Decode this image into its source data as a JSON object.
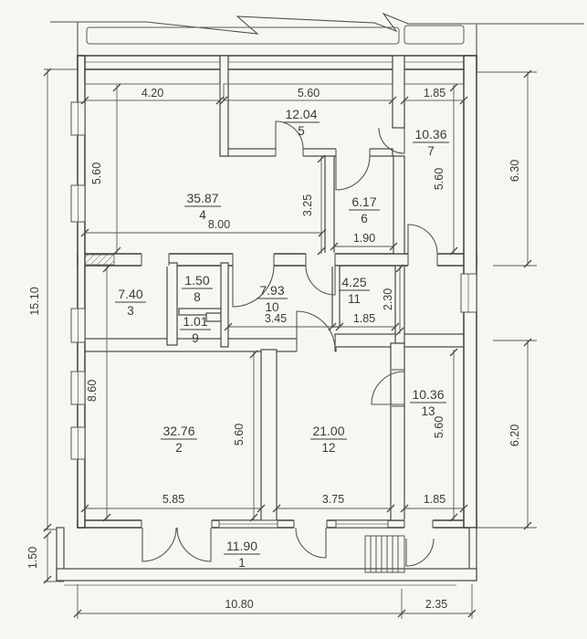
{
  "drawing": {
    "kind": "scanned floor plan",
    "colors": {
      "paper": "#f7f6f2",
      "ink": "#474747"
    }
  },
  "rooms": {
    "r1": {
      "area": "11.90",
      "num": "1"
    },
    "r2": {
      "area": "32.76",
      "num": "2"
    },
    "r3": {
      "area": "7.40",
      "num": "3"
    },
    "r4": {
      "area": "35.87",
      "num": "4"
    },
    "r5": {
      "area": "12.04",
      "num": "5"
    },
    "r6": {
      "area": "6.17",
      "num": "6"
    },
    "r7": {
      "area": "10.36",
      "num": "7"
    },
    "r8": {
      "area": "1.50",
      "num": "8"
    },
    "r9": {
      "area": "1.01",
      "num": "9"
    },
    "r10": {
      "area": "7.93",
      "num": "10"
    },
    "r11": {
      "area": "4.25",
      "num": "11"
    },
    "r12": {
      "area": "21.00",
      "num": "12"
    },
    "r13": {
      "area": "10.36",
      "num": "13"
    }
  },
  "dims": {
    "top_room4_width": "4.20",
    "top_room5_width": "5.60",
    "top_room7_width": "1.85",
    "room4_height": "5.60",
    "room4_width": "8.00",
    "room6_height": "3.25",
    "room6_width": "1.90",
    "room7_height": "5.60",
    "room10_width": "3.45",
    "room11_width": "1.85",
    "room11_height": "2.30",
    "room2_height": "8.60",
    "room2_inner_height": "5.60",
    "room2_width": "5.85",
    "room12_width": "3.75",
    "room13_width": "1.85",
    "room13_height": "5.60",
    "left_total": "15.10",
    "left_veranda": "1.50",
    "right_upper": "6.30",
    "right_lower": "6.20",
    "bottom_main": "10.80",
    "bottom_right": "2.35"
  }
}
